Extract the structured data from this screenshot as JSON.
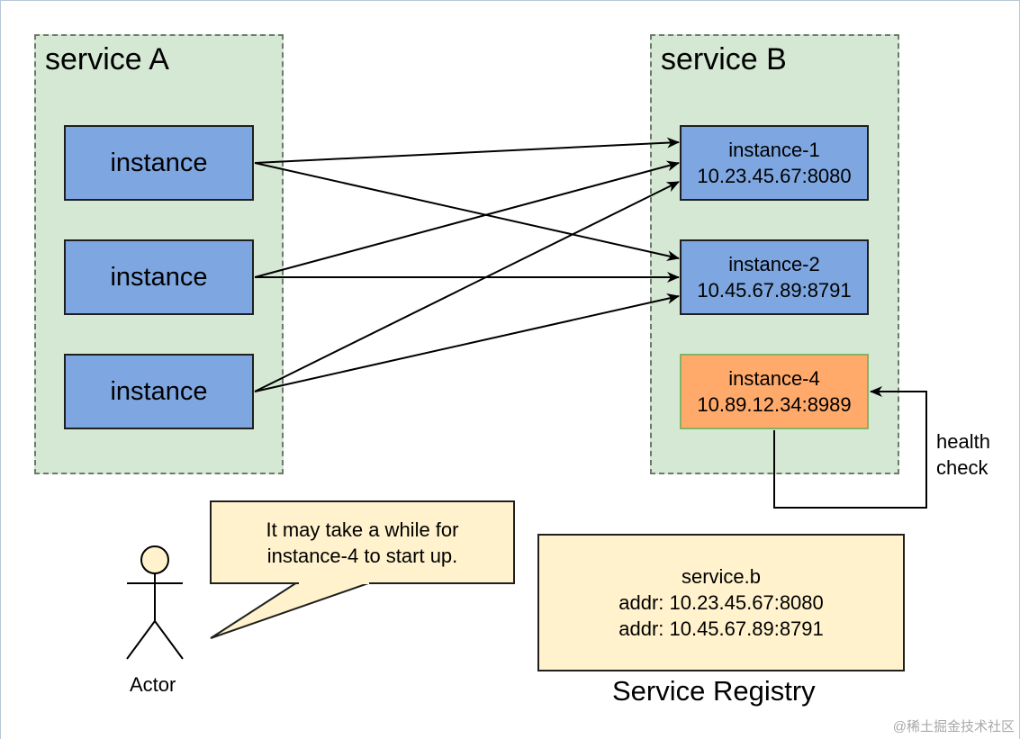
{
  "service_a": {
    "title": "service A",
    "instances": [
      {
        "label": "instance"
      },
      {
        "label": "instance"
      },
      {
        "label": "instance"
      }
    ]
  },
  "service_b": {
    "title": "service B",
    "instances": [
      {
        "name": "instance-1",
        "addr": "10.23.45.67:8080"
      },
      {
        "name": "instance-2",
        "addr": "10.45.67.89:8791"
      },
      {
        "name": "instance-4",
        "addr": "10.89.12.34:8989"
      }
    ]
  },
  "health_check": {
    "line1": "health",
    "line2": "check"
  },
  "speech_bubble": {
    "line1": "It may take a while for",
    "line2": "instance-4 to start up."
  },
  "actor": {
    "label": "Actor"
  },
  "registry": {
    "service": "service.b",
    "addr1": "addr: 10.23.45.67:8080",
    "addr2": "addr: 10.45.67.89:8791",
    "caption": "Service Registry"
  },
  "watermark": "@稀土掘金技术社区",
  "colors": {
    "group_fill": "#d5e8d4",
    "instance_fill": "#7ea6e0",
    "starting_instance_fill": "#ffa96b",
    "note_fill": "#fff2cc"
  }
}
